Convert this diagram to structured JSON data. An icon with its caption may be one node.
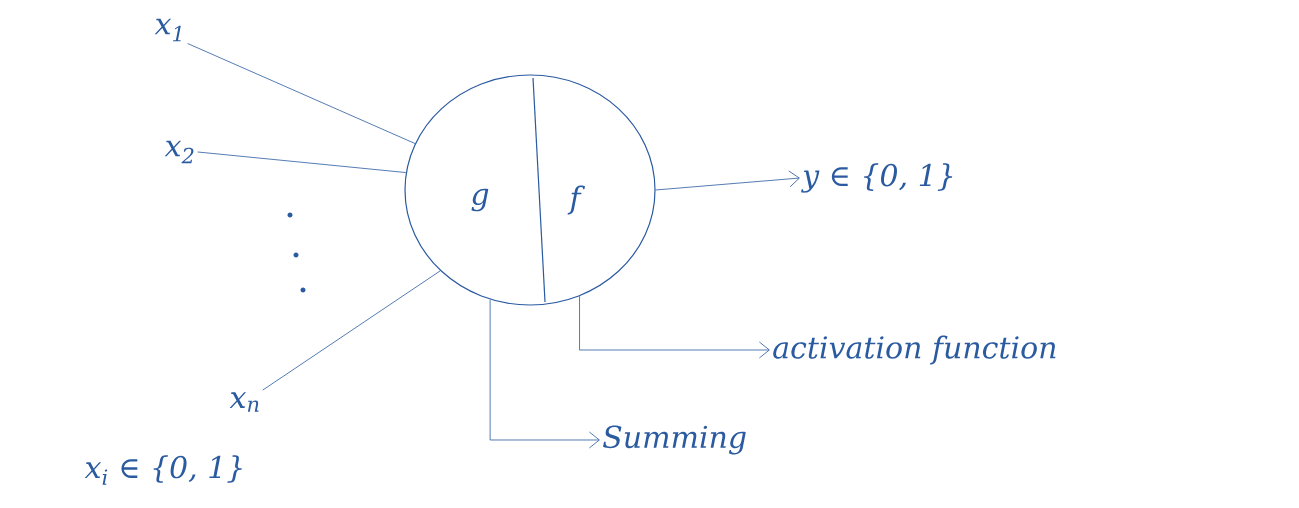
{
  "diagram": {
    "nodes": [
      {
        "text": [
          "x$_{1}$"
        ]
      },
      {
        "text": [
          "x$_{2}$"
        ]
      },
      {
        "text": [
          "x$_{n}$"
        ]
      },
      {
        "text": [
          "g",
          "f"
        ]
      },
      {
        "text": [
          "y ∈ {0, 1}"
        ]
      },
      {
        "text": [
          "activation function"
        ]
      },
      {
        "text": [
          "Summing"
        ]
      }
    ],
    "edges": [
      {
        "from": 0,
        "to": 3,
        "arrow": "none"
      },
      {
        "from": 1,
        "to": 3,
        "arrow": "none"
      },
      {
        "from": 2,
        "to": 3,
        "arrow": "none"
      },
      {
        "from": 3,
        "to": 4,
        "arrow": "to"
      },
      {
        "from": 3,
        "to": 5,
        "arrow": "to"
      },
      {
        "from": 3,
        "to": 6,
        "arrow": "to"
      }
    ],
    "labels": [
      "x$_{i}$ ∈ {0, 1}"
    ]
  }
}
